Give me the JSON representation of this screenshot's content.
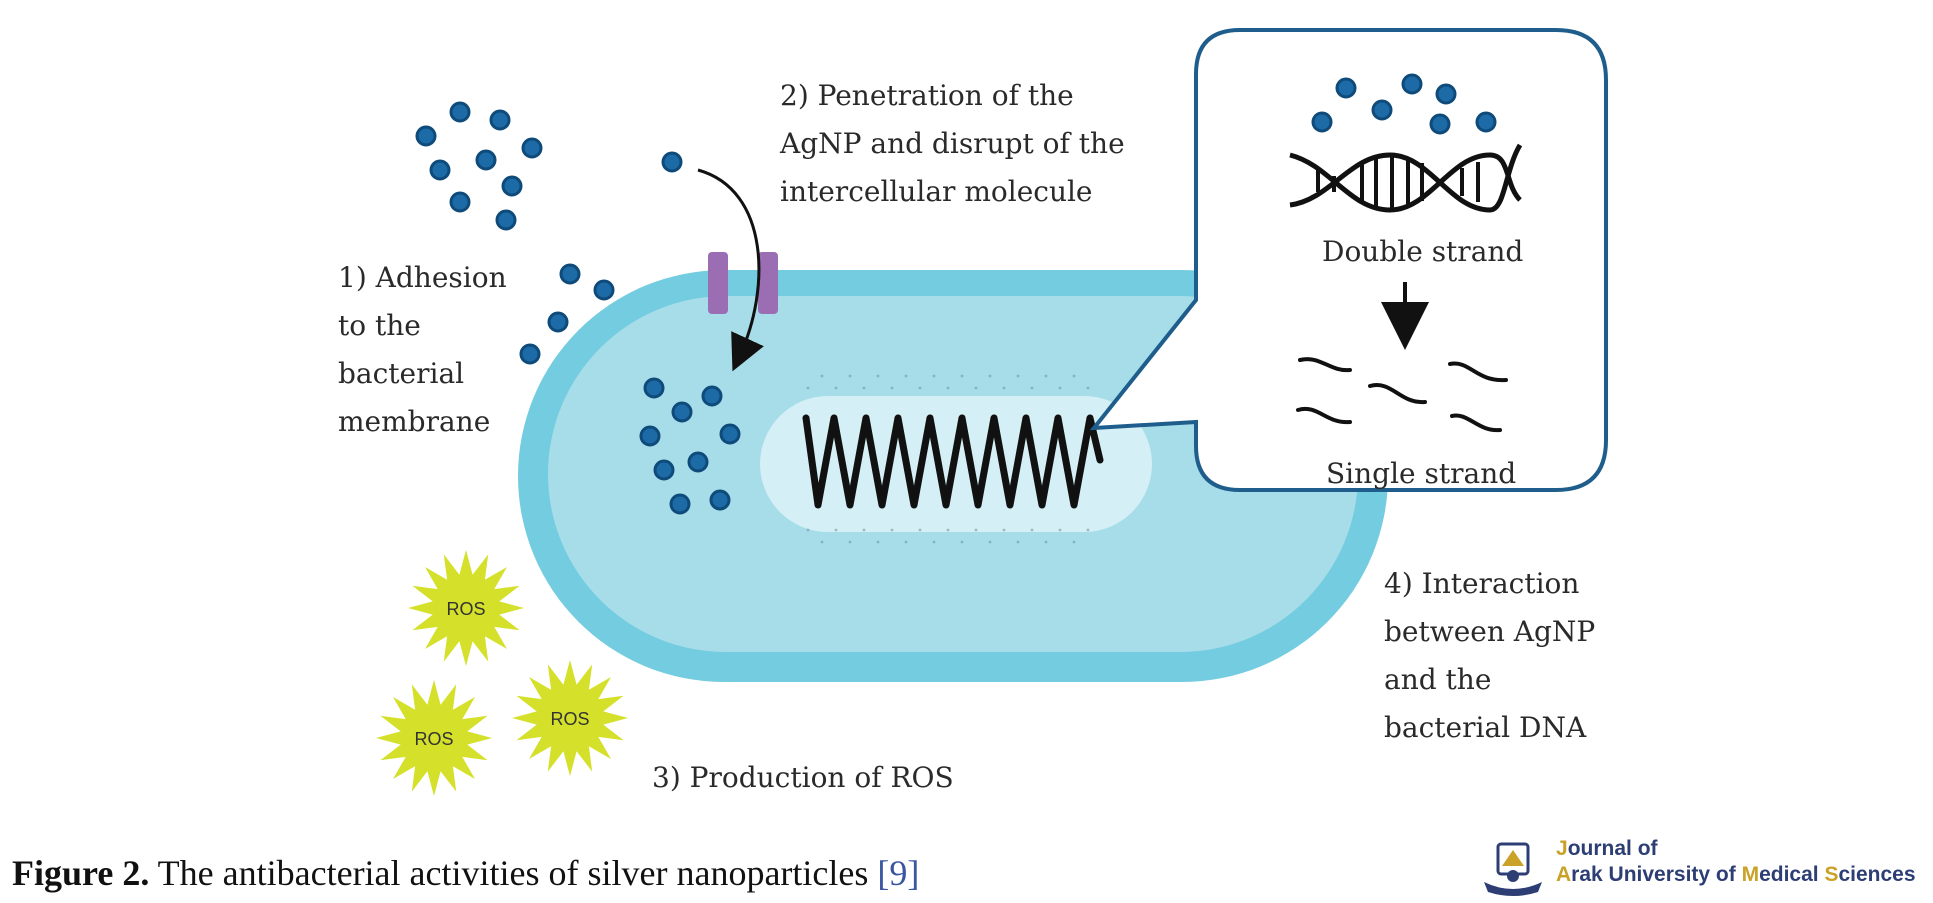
{
  "diagram": {
    "steps": {
      "step1": [
        "1) Adhesion",
        "to the",
        "bacterial",
        "membrane"
      ],
      "step2": [
        "2) Penetration of the",
        "AgNP and disrupt of the",
        "intercellular molecule"
      ],
      "step3": "3) Production of ROS",
      "step4": [
        "4) Interaction",
        "between AgNP",
        "and the",
        "bacterial DNA"
      ]
    },
    "ros_label": "ROS",
    "inset": {
      "double_strand": "Double strand",
      "single_strand": "Single strand"
    },
    "colors": {
      "cell_outer": "#74cce0",
      "cell_inner": "#a7dde9",
      "nucleoid": "#d4eff5",
      "nanoparticle": "#1c6aa6",
      "ros": "#d4e02a",
      "channel": "#9b6db3",
      "inset_border": "#1f5e8c"
    }
  },
  "caption": {
    "bold": "Figure 2.",
    "text": " The antibacterial activities of silver nanoparticles ",
    "cite": "[9]"
  },
  "logo": {
    "line1_initial": "J",
    "line1_rest": "ournal of",
    "line2_a": "A",
    "line2_b": "rak University of ",
    "line2_c": "M",
    "line2_d": "edical ",
    "line2_e": "S",
    "line2_f": "ciences"
  }
}
